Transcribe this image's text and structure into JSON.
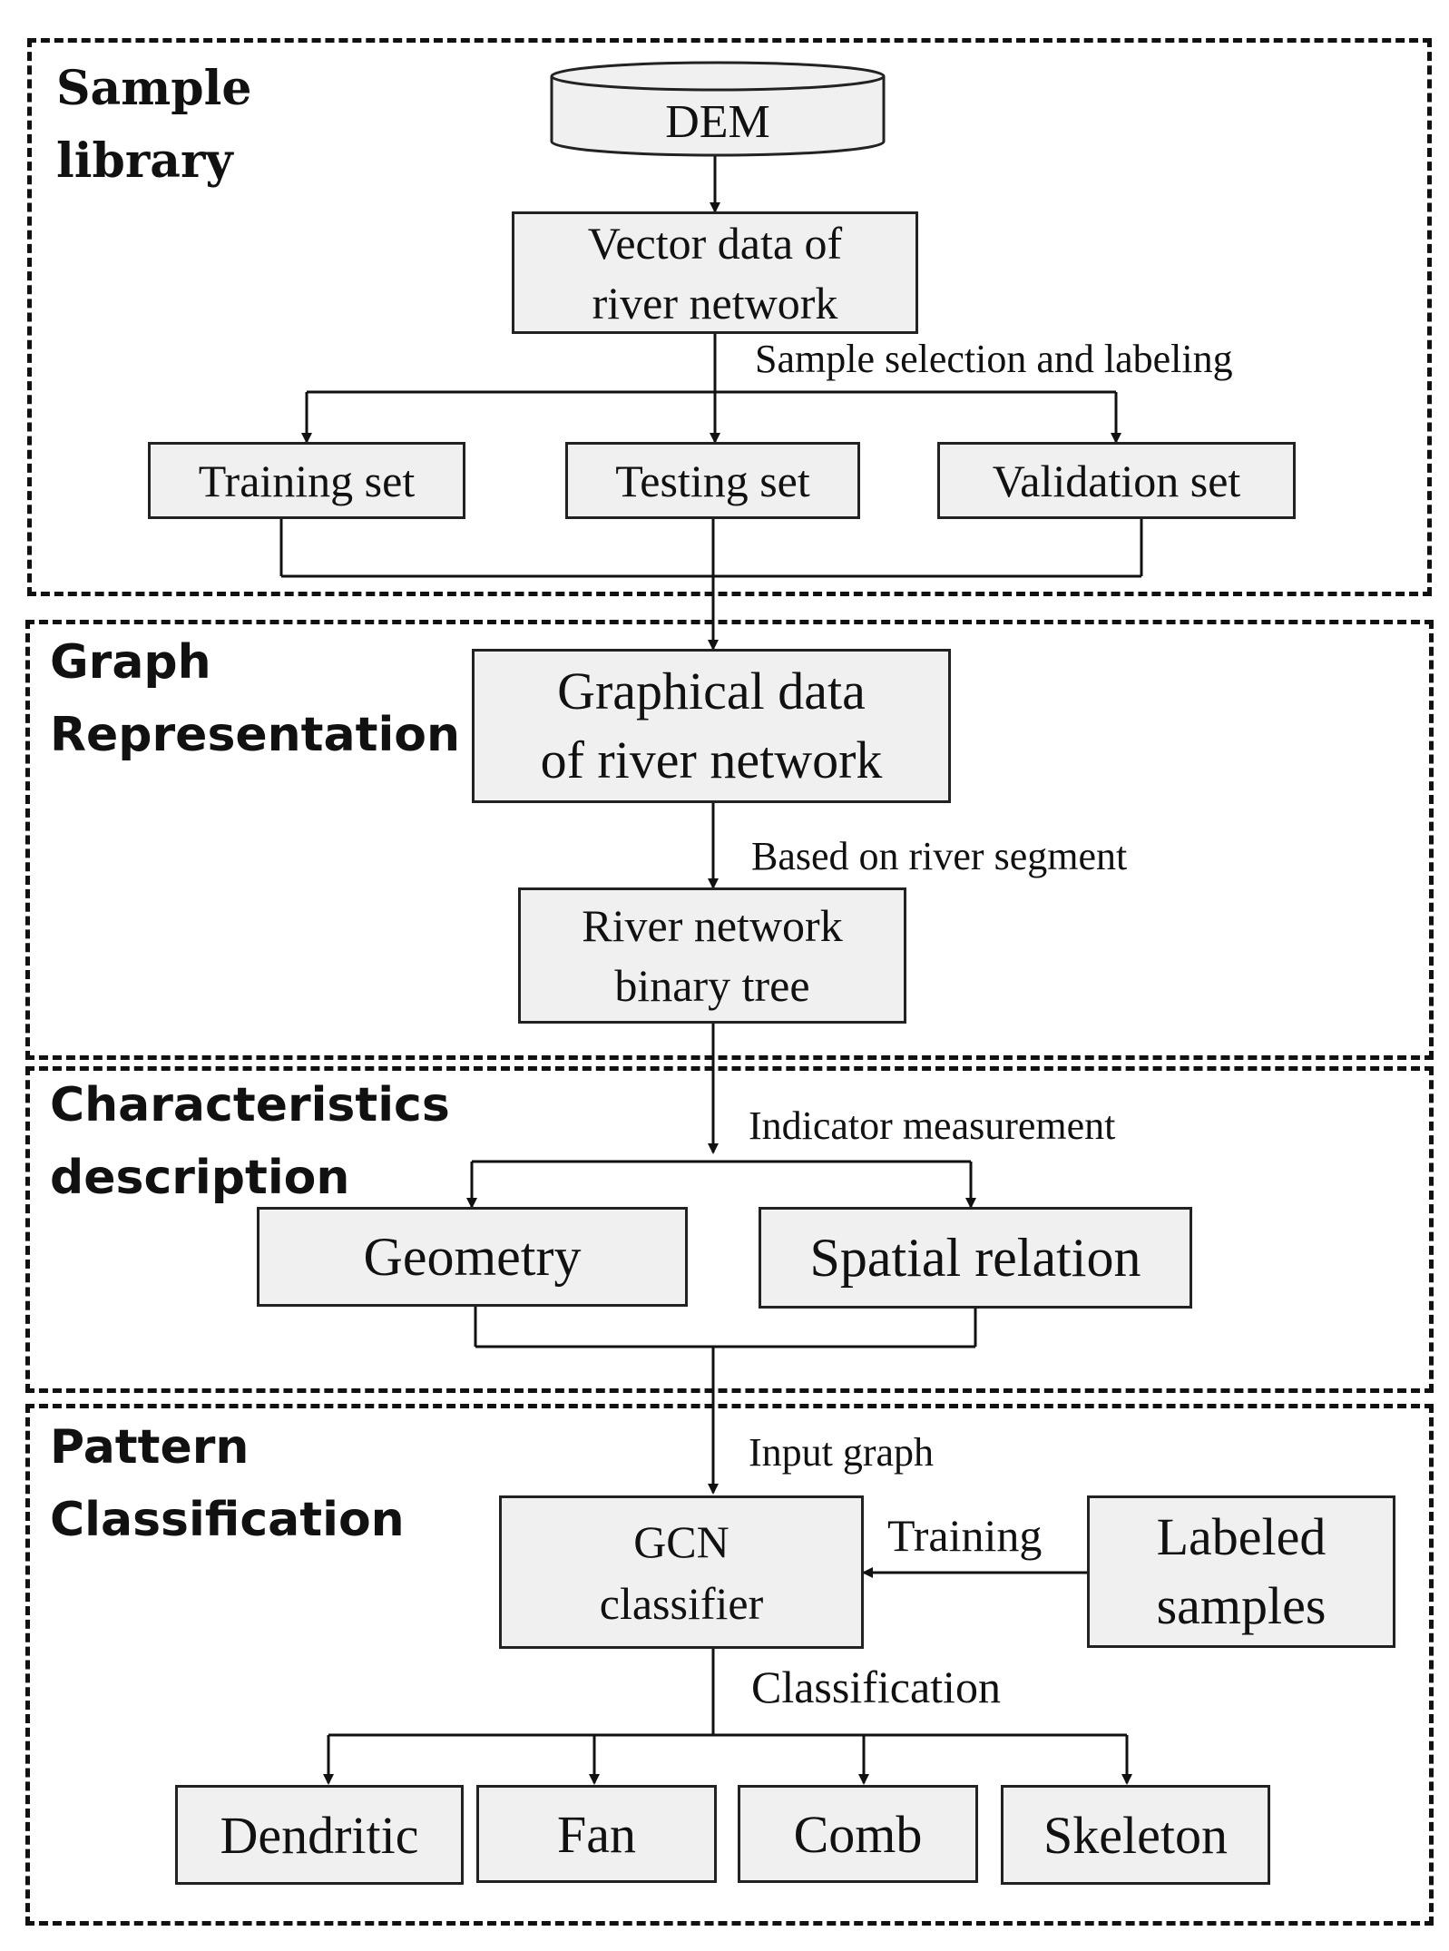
{
  "sections": {
    "sample_library": "Sample\nlibrary",
    "graph_representation": "Graph\nRepresentation",
    "characteristics_description": "Characteristics\ndescription",
    "pattern_classification": "Pattern\nClassification"
  },
  "nodes": {
    "dem": "DEM",
    "vector_data": "Vector data of\nriver network",
    "training_set": "Training set",
    "testing_set": "Testing set",
    "validation_set": "Validation set",
    "graphical_data": "Graphical data\nof river network",
    "binary_tree": "River network\nbinary tree",
    "geometry": "Geometry",
    "spatial_relation": "Spatial relation",
    "gcn_classifier": "GCN\nclassifier",
    "labeled_samples": "Labeled\nsamples",
    "dendritic": "Dendritic",
    "fan": "Fan",
    "comb": "Comb",
    "skeleton": "Skeleton"
  },
  "edge_labels": {
    "sample_selection": "Sample selection and labeling",
    "based_on_segment": "Based on river segment",
    "indicator_measurement": "Indicator measurement",
    "input_graph": "Input graph",
    "training": "Training",
    "classification": "Classification"
  },
  "colors": {
    "box_fill": "#f0f0f0",
    "stroke": "#222222"
  }
}
